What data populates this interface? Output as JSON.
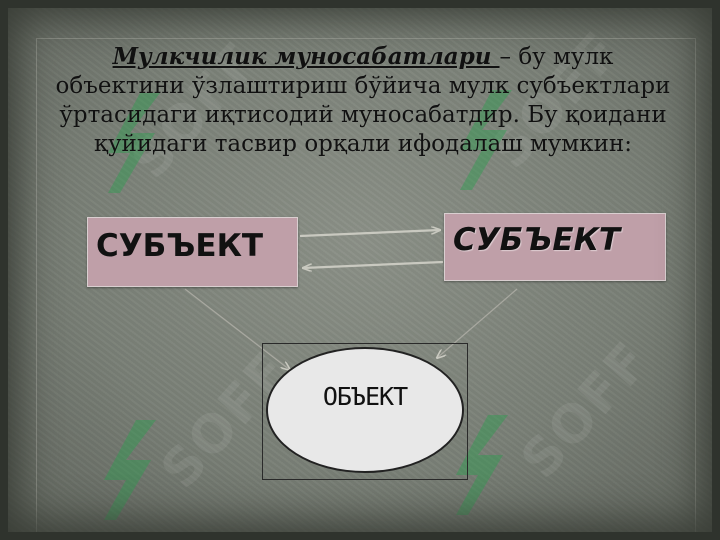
{
  "intro": {
    "term": "Мулкчилик муносабатлари ",
    "rest": "– бу мулк объектини ўзлаштириш бўйича мулк субъектлари ўртасидаги иқтисодий муносабатдир. Бу қоидани қуйидаги тасвир орқали ифодалаш мумкин:"
  },
  "diagram": {
    "subject_left": "СУБЪЕКТ",
    "subject_right": "СУБЪЕКТ",
    "object": "ОБЪЕКТ"
  },
  "watermark": {
    "text": "SOFF",
    "icon": "soff-logo-icon"
  },
  "colors": {
    "box_fill": "#bf9fa8",
    "ellipse_fill": "#e8e8e8",
    "background": "#7a8077",
    "watermark_green": "#2e9e50"
  }
}
